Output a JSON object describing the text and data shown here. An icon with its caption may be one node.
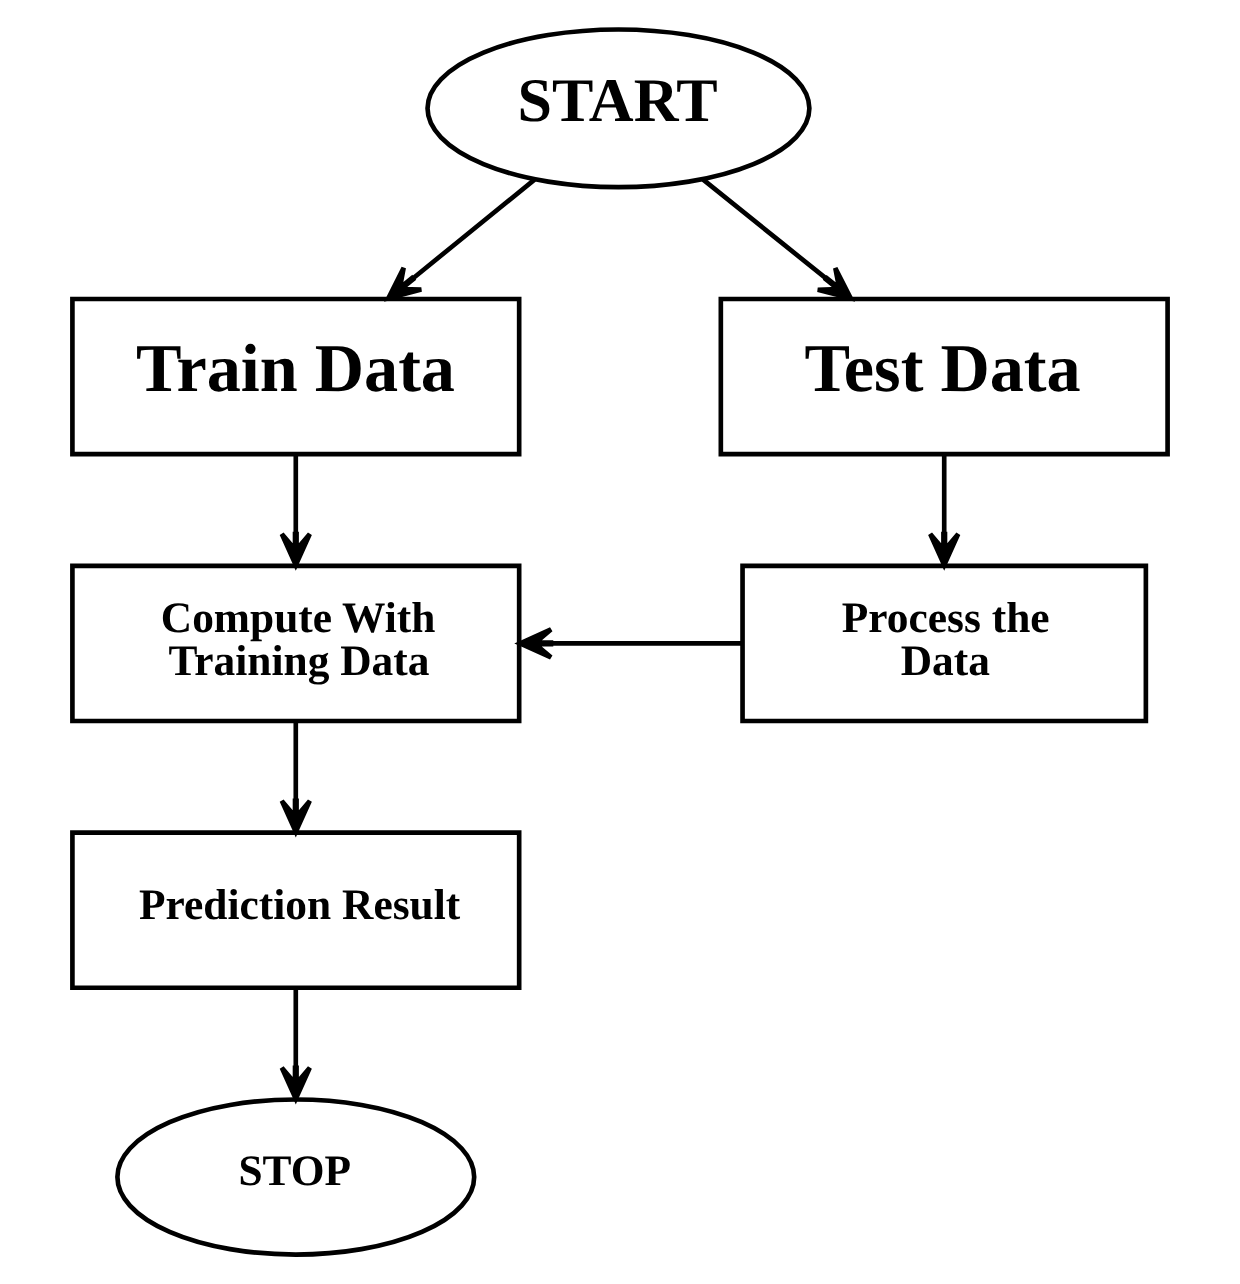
{
  "diagram": {
    "nodes": [
      {
        "text": [
          "START"
        ]
      },
      {
        "text": [
          "Train Data"
        ]
      },
      {
        "text": [
          "Test Data"
        ]
      },
      {
        "text": [
          "Compute With Training Data"
        ]
      },
      {
        "text": [
          "Process the Data"
        ]
      },
      {
        "text": [
          "Prediction Result"
        ]
      },
      {
        "text": [
          "STOP"
        ]
      }
    ],
    "edges": [
      {
        "from": 0,
        "to": 1,
        "arrow": "to"
      },
      {
        "from": 0,
        "to": 2,
        "arrow": "to"
      },
      {
        "from": 1,
        "to": 3,
        "arrow": "to"
      },
      {
        "from": 2,
        "to": 4,
        "arrow": "to"
      },
      {
        "from": 4,
        "to": 3,
        "arrow": "to"
      },
      {
        "from": 3,
        "to": 5,
        "arrow": "to"
      },
      {
        "from": 5,
        "to": 6,
        "arrow": "to"
      }
    ]
  }
}
